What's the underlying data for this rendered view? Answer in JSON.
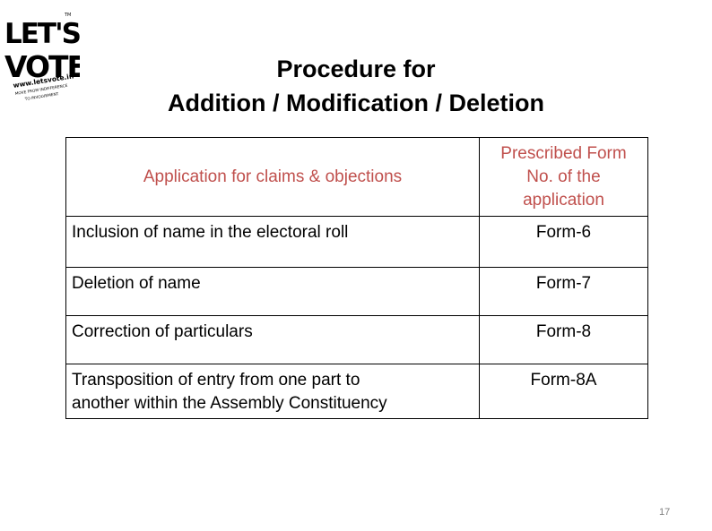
{
  "logo": {
    "line1": "LET'S",
    "line2": "VOTE",
    "url": "www.letsvote.in",
    "tagline1": "MOVE FROM INDIFFERENCE",
    "tagline2": "TO INVOLVEMENT",
    "tm": "TM"
  },
  "title": {
    "line1": "Procedure for",
    "line2": "Addition / Modification / Deletion"
  },
  "table": {
    "header": {
      "col1": "Application for claims & objections",
      "col2_line1": "Prescribed Form",
      "col2_line2": "No. of the",
      "col2_line3": "application"
    },
    "rows": [
      {
        "description": "Inclusion of name in the electoral roll",
        "form": "Form-6"
      },
      {
        "description": "Deletion of name",
        "form": "Form-7"
      },
      {
        "description": "Correction of particulars",
        "form": "Form-8"
      },
      {
        "description_line1": "Transposition of entry from one part to",
        "description_line2": "another within the Assembly Constituency",
        "form": "Form-8A"
      }
    ]
  },
  "page_number": "17",
  "colors": {
    "header_text": "#c0504d",
    "border": "#000000",
    "page_number": "#7f7f7f"
  }
}
